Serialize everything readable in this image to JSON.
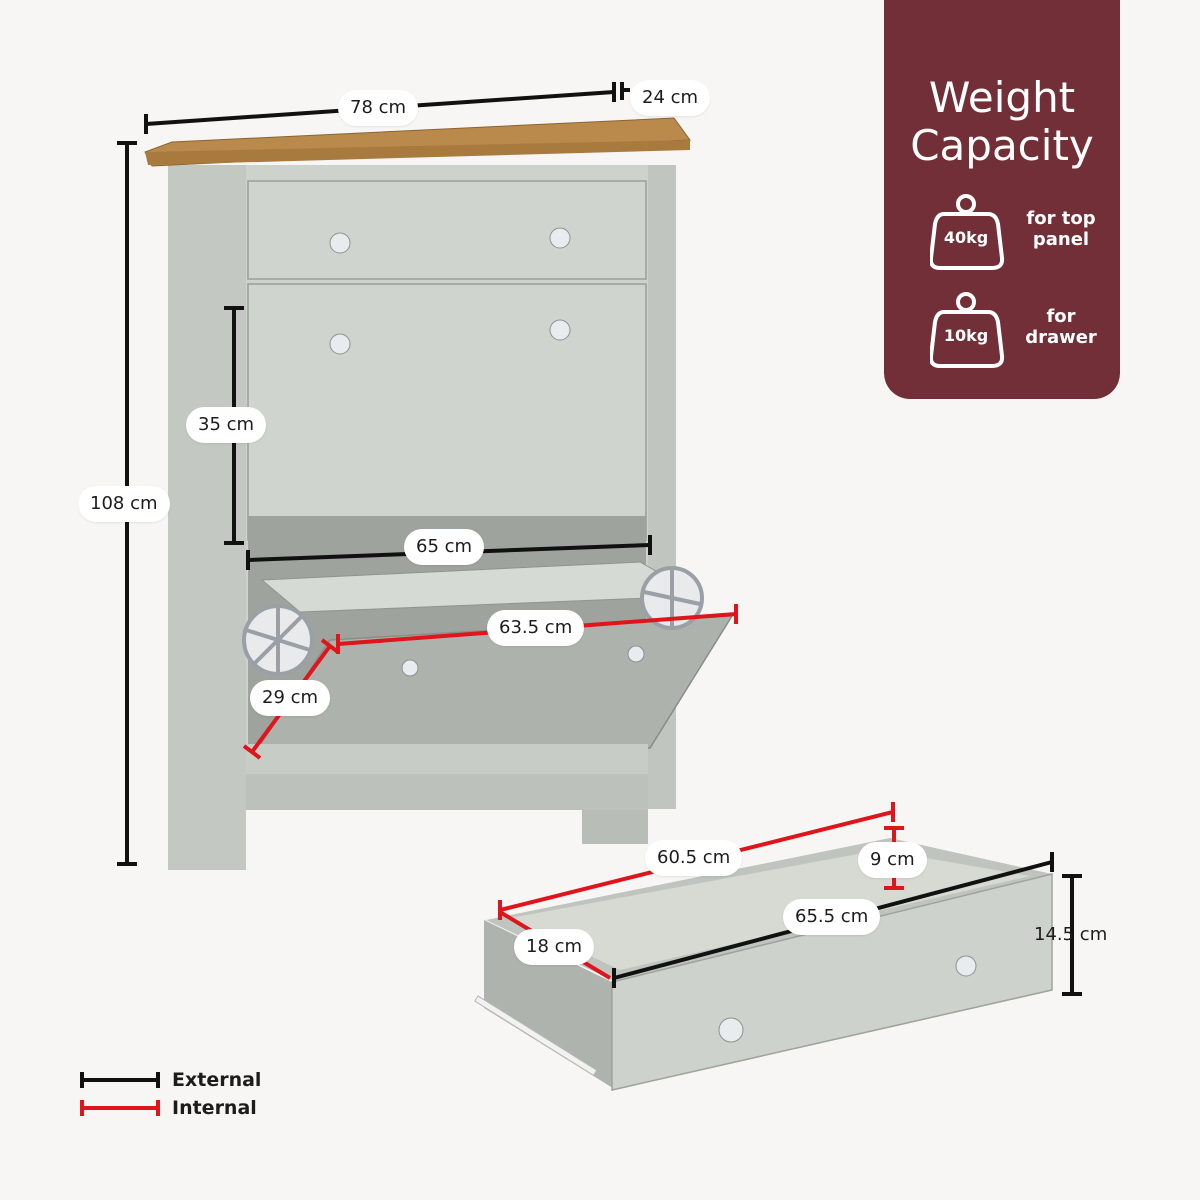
{
  "colors": {
    "external": "#111111",
    "internal": "#e0141b",
    "panel": "#722f37",
    "cabinet": "#c7ccc6",
    "cabinet_dark": "#aab0a9",
    "oak": "#b4864b"
  },
  "dimensions": {
    "width_top": "78 cm",
    "depth_top": "24 cm",
    "height_total": "108 cm",
    "flap_height": "35 cm",
    "flap_width": "65 cm",
    "compartment_width": "63.5 cm",
    "compartment_depth": "29 cm",
    "drawer_internal_width": "60.5 cm",
    "drawer_internal_depth": "18 cm",
    "drawer_internal_height": "9 cm",
    "drawer_external_width": "65.5 cm",
    "drawer_external_height": "14.5 cm"
  },
  "weight_panel": {
    "title_line1": "Weight",
    "title_line2": "Capacity",
    "items": [
      {
        "weight": "40kg",
        "line1": "for top",
        "line2": "panel",
        "icon": "weight-icon"
      },
      {
        "weight": "10kg",
        "line1": "for",
        "line2": "drawer",
        "icon": "weight-icon"
      }
    ]
  },
  "legend": {
    "external": "External",
    "internal": "Internal"
  }
}
